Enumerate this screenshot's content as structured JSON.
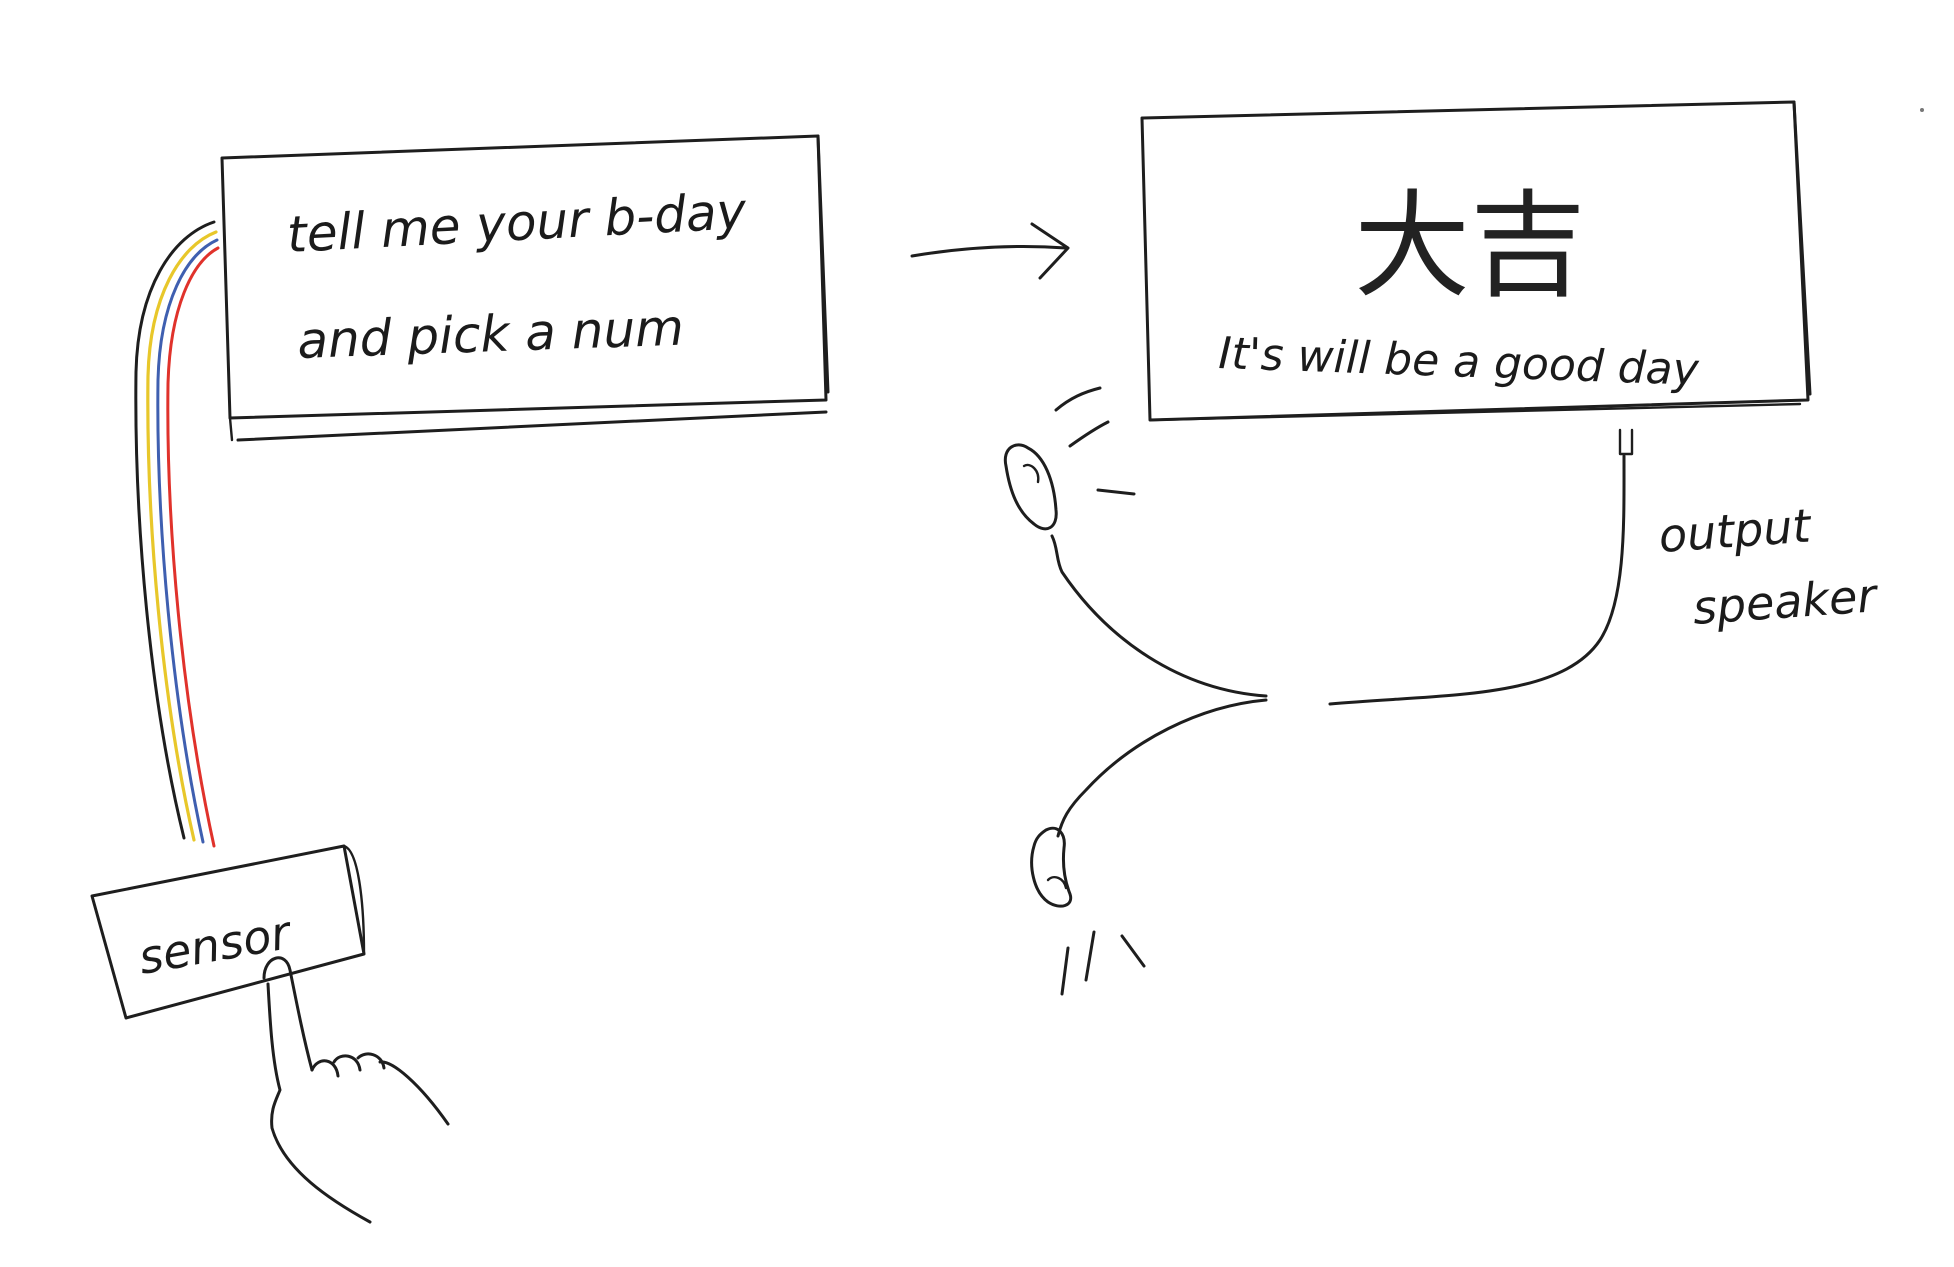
{
  "input_panel": {
    "line1": "tell me your b-day",
    "line2": "and pick a num"
  },
  "output_panel": {
    "fortune": "大吉",
    "message": "It's will be a good day"
  },
  "sensor": {
    "label": "sensor"
  },
  "speaker": {
    "label_line1": "output",
    "label_line2": "speaker"
  },
  "colors": {
    "ink": "#1e1e1e",
    "wire_yellow": "#e8c72a",
    "wire_blue": "#3f5fb0",
    "wire_red": "#e0322b",
    "wire_black": "#1e1e1e"
  },
  "icons": [
    "arrow-right-icon",
    "pointing-hand-icon",
    "speaker-earbud-icon",
    "sound-waves-icon"
  ]
}
